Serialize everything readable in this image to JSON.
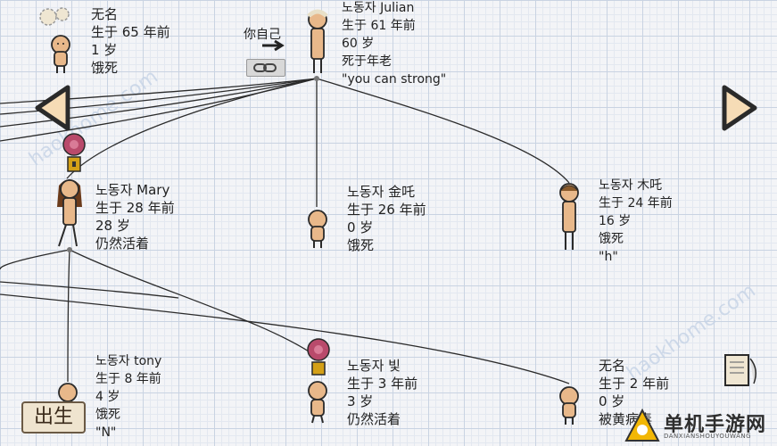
{
  "nav": {
    "prev_icon": "arrow-left-icon",
    "next_icon": "arrow-right-icon"
  },
  "self_marker": {
    "label": "你自己"
  },
  "nodes": {
    "top_left": {
      "name": "无名",
      "born": "生于 65 年前",
      "age": "1 岁",
      "status": "饿死"
    },
    "julian": {
      "name": "노동자 Julian",
      "born": "生于 61 年前",
      "age": "60 岁",
      "status": "死于年老",
      "quote": "\"you can strong\""
    },
    "mary": {
      "name": "노동자 Mary",
      "born": "生于 28 年前",
      "age": "28 岁",
      "status": "仍然活着"
    },
    "jin": {
      "name": "노동자 金吒",
      "born": "生于 26 年前",
      "age": "0 岁",
      "status": "饿死"
    },
    "mu": {
      "name": "노동자 木吒",
      "born": "生于 24 年前",
      "age": "16 岁",
      "status": "饿死",
      "quote": "\"h\""
    },
    "tony": {
      "name": "노동자 tony",
      "born": "生于 8 年前",
      "age": "4 岁",
      "status": "饿死",
      "quote": "\"N\""
    },
    "bit": {
      "name": "노동자 빛",
      "born": "生于 3 年前",
      "age": "3 岁",
      "status": "仍然活着"
    },
    "bottom_right": {
      "name": "无名",
      "born": "生于 2 年前",
      "age": "0 岁",
      "status": "被黄病毒"
    }
  },
  "birth_button": {
    "label": "出生"
  },
  "watermarks": {
    "brand_title": "单机手游网",
    "brand_sub": "DANXIANSHOUYOUWANG",
    "diag_left": "haokhome.com",
    "diag_right": "haokhome.com"
  },
  "colors": {
    "line": "#2b2b2b",
    "skin": "#e8b88a",
    "lock": "#d4a017",
    "rose": "#b94a6b"
  }
}
